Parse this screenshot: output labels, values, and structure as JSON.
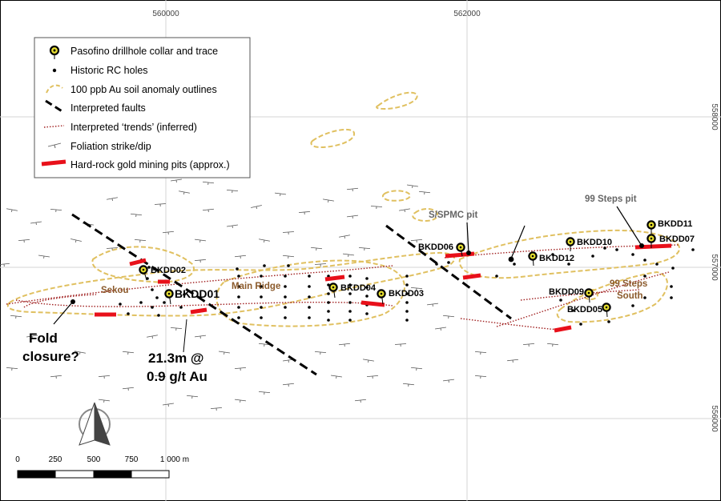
{
  "grid": {
    "x_labels": [
      "560000",
      "562000"
    ],
    "y_labels": [
      "558000",
      "557000",
      "556000"
    ]
  },
  "legend": {
    "items": [
      {
        "label": "Pasofino drillhole collar and trace",
        "icon": "collar-icon"
      },
      {
        "label": "Historic RC holes",
        "icon": "rc-hole-icon"
      },
      {
        "label": "100 ppb Au soil anomaly outlines",
        "icon": "anomaly-outline-icon"
      },
      {
        "label": "Interpreted faults",
        "icon": "fault-line-icon"
      },
      {
        "label": "Interpreted ‘trends’ (inferred)",
        "icon": "trend-line-icon"
      },
      {
        "label": "Foliation strike/dip",
        "icon": "foliation-icon"
      },
      {
        "label": "Hard-rock gold mining pits (approx.)",
        "icon": "pit-icon"
      }
    ]
  },
  "drillholes": [
    {
      "id": "BKDD01"
    },
    {
      "id": "BKDD02"
    },
    {
      "id": "BKDD03"
    },
    {
      "id": "BKDD04"
    },
    {
      "id": "BKDD05"
    },
    {
      "id": "BKDD06"
    },
    {
      "id": "BKDD07"
    },
    {
      "id": "BKDD09"
    },
    {
      "id": "BKDD10"
    },
    {
      "id": "BKDD11"
    },
    {
      "id": "BKDD12"
    }
  ],
  "places": {
    "sekou": "Sekou",
    "main_ridge": "Main Ridge",
    "steps_south_1": "99 Steps",
    "steps_south_2": "South"
  },
  "pits": {
    "spmc": "S/SPMC pit",
    "steps": "99 Steps pit"
  },
  "annotations": {
    "fold_1": "Fold",
    "fold_2": "closure?",
    "intercept_1": "21.3m @",
    "intercept_2": "0.9 g/t Au"
  },
  "scale_bar": {
    "ticks": [
      "0",
      "250",
      "500",
      "750",
      "1 000 m"
    ]
  },
  "colors": {
    "anomaly": "#e0c060",
    "trend": "#a02020",
    "pit": "#e8101a",
    "place": "#8b5a2b",
    "pit_label": "#666666",
    "collar_ring": "#e8e030",
    "grid": "#d6d6d6"
  }
}
